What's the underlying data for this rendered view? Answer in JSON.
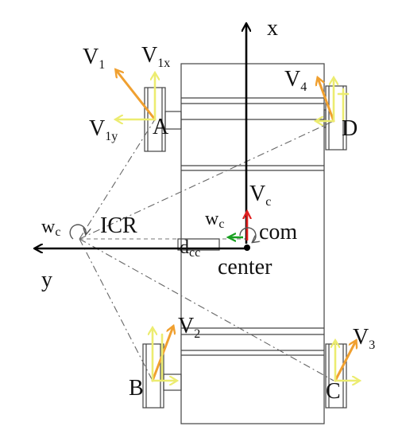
{
  "labels": {
    "x_axis": "x",
    "y_axis": "y",
    "v1": "V",
    "v1_sub": "1",
    "v1x": "V",
    "v1x_sub": "1x",
    "v1y": "V",
    "v1y_sub": "1y",
    "v2": "V",
    "v2_sub": "2",
    "v3": "V",
    "v3_sub": "3",
    "v4": "V",
    "v4_sub": "4",
    "vc": "V",
    "vc_sub": "c",
    "wc_left": "w",
    "wc_left_sub": "c",
    "wc_center": "w",
    "wc_center_sub": "c",
    "icr": "ICR",
    "dcc": "d",
    "dcc_sub": "cc",
    "com": "com",
    "center": "center",
    "wheel_a": "A",
    "wheel_b": "B",
    "wheel_c": "C",
    "wheel_d": "D"
  },
  "colors": {
    "wheel_velocity": "#f0a030",
    "velocity_components": "#ecec70",
    "com_velocity": "#e02020",
    "angular_arrow": "#18a020",
    "structure": "#444444"
  }
}
